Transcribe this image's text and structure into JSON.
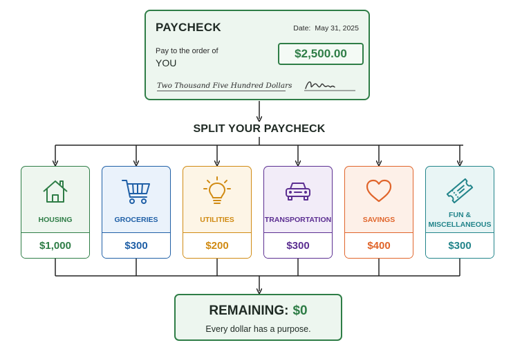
{
  "check": {
    "title": "PAYCHECK",
    "date_label": "Date:",
    "date_value": "May 31, 2025",
    "pay_to_label": "Pay to the order of",
    "payee": "YOU",
    "amount": "$2,500.00",
    "amount_words": "Two Thousand Five Hundred Dollars"
  },
  "split_title": "SPLIT YOUR PAYCHECK",
  "categories": [
    {
      "label": "HOUSING",
      "amount": "$1,000",
      "icon": "house-icon",
      "color": "#2e7d46",
      "bg": "#eef6ef"
    },
    {
      "label": "GROCERIES",
      "amount": "$300",
      "icon": "shopping-cart-icon",
      "color": "#1f5fa6",
      "bg": "#eaf2fb"
    },
    {
      "label": "UTILITIES",
      "amount": "$200",
      "icon": "lightbulb-icon",
      "color": "#d08a12",
      "bg": "#fdf5e6"
    },
    {
      "label": "TRANSPORTATION",
      "amount": "$300",
      "icon": "car-icon",
      "color": "#5b2e91",
      "bg": "#f2ecf8"
    },
    {
      "label": "SAVINGS",
      "amount": "$400",
      "icon": "heart-icon",
      "color": "#e0642a",
      "bg": "#fdf0e8"
    },
    {
      "label": "FUN & MISCELLANEOUS",
      "amount": "$300",
      "icon": "ticket-icon",
      "color": "#22848a",
      "bg": "#e9f5f5"
    }
  ],
  "remaining": {
    "label": "REMAINING:",
    "value": "$0",
    "subtitle": "Every dollar has a purpose."
  }
}
